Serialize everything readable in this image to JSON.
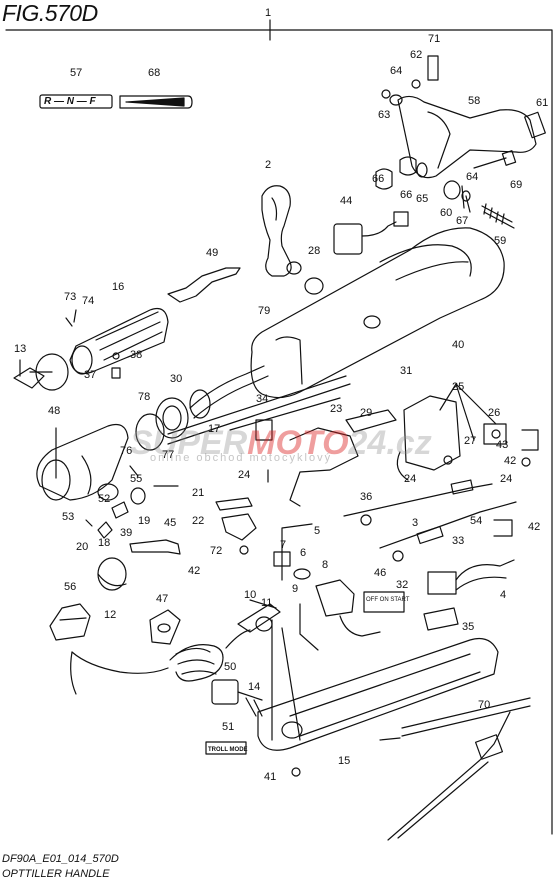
{
  "figure": {
    "title": "FIG.570D",
    "code": "DF90A_E01_014_570D",
    "name": "OPTTILLER HANDLE"
  },
  "labels": {
    "shift_plate": "R — N — F",
    "off_on_start": "OFF ON START",
    "troll_mode": "TROLL MODE"
  },
  "watermark": {
    "brand_a": "SUPER",
    "brand_b": "MOTO",
    "brand_c": "24.cz",
    "sub": "online obchod motocyklový"
  },
  "callouts": [
    "1",
    "2",
    "3",
    "4",
    "5",
    "6",
    "7",
    "8",
    "9",
    "10",
    "11",
    "12",
    "13",
    "14",
    "15",
    "16",
    "17",
    "18",
    "19",
    "20",
    "21",
    "22",
    "23",
    "24",
    "24",
    "24",
    "25",
    "26",
    "27",
    "28",
    "29",
    "30",
    "31",
    "32",
    "33",
    "34",
    "35",
    "36",
    "37",
    "38",
    "39",
    "40",
    "41",
    "42",
    "42",
    "42",
    "43",
    "44",
    "45",
    "46",
    "47",
    "48",
    "49",
    "50",
    "51",
    "52",
    "53",
    "54",
    "55",
    "56",
    "57",
    "58",
    "59",
    "60",
    "61",
    "62",
    "63",
    "64",
    "64",
    "65",
    "66",
    "66",
    "67",
    "68",
    "69",
    "70",
    "71",
    "72",
    "73",
    "74",
    "76",
    "77",
    "78",
    "79"
  ],
  "colors": {
    "line": "#111111",
    "watermark_red": "#dc2828"
  }
}
